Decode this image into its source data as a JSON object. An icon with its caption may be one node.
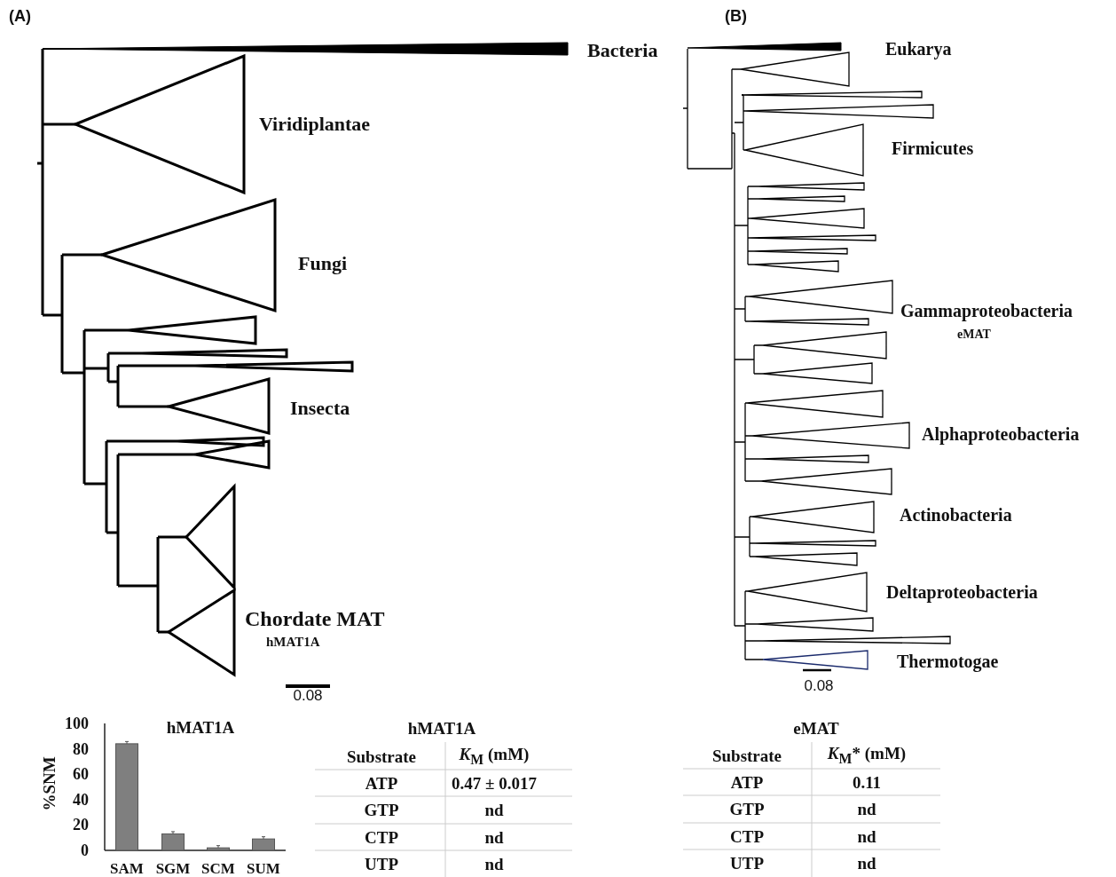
{
  "diagram": {
    "labels": [
      "(A)",
      "Bacteria",
      "Viridiplantae",
      "Fungi",
      "Insecta",
      "Chordate MAT",
      "hMAT1A",
      "0.08",
      "(B)",
      "Eukarya",
      "Firmicutes",
      "Gammaproteobacteria",
      "eMAT",
      "Alphaproteobacteria",
      "Actinobacteria",
      "Deltaproteobacteria",
      "Thermotogae",
      "0.08",
      "hMAT1A",
      "Substrate",
      "*K*$_{M}$ (mM)",
      "ATP",
      "0.47 ± 0.017",
      "GTP",
      "nd",
      "CTP",
      "nd",
      "UTP",
      "nd",
      "eMAT",
      "Substrate",
      "*K*$_{M}$* (mM)",
      "ATP",
      "0.11",
      "GTP",
      "nd",
      "CTP",
      "nd",
      "UTP",
      "nd"
    ],
    "chart_data": {
      "type": "bar",
      "title": "hMAT1A",
      "ylabel": "%SNM",
      "categories": [
        "SAM",
        "SGM",
        "SCM",
        "SUM"
      ],
      "values": [
        84,
        13,
        2,
        9
      ],
      "ylim": [
        0,
        100
      ],
      "yticks": [
        0,
        20,
        40,
        60,
        80,
        100
      ]
    }
  }
}
